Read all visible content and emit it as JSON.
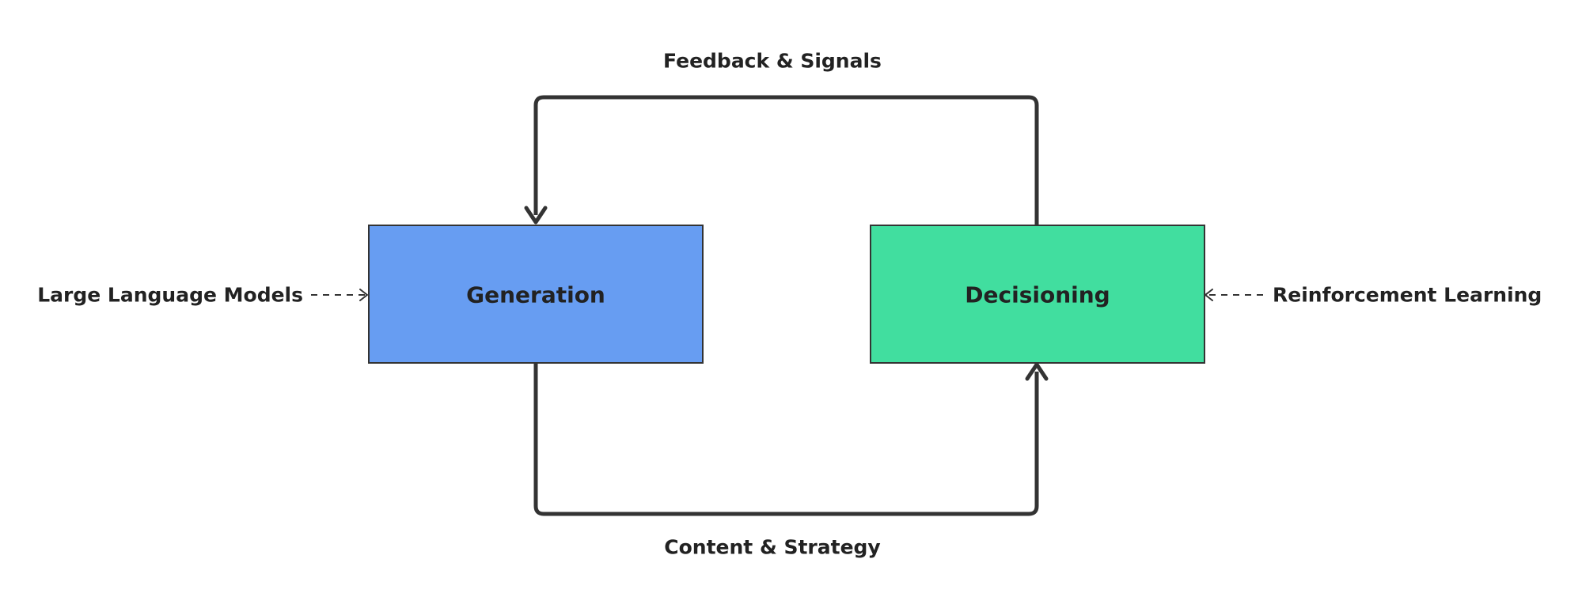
{
  "nodes": {
    "generation": {
      "label": "Generation",
      "fill": "#679DF2"
    },
    "decisioning": {
      "label": "Decisioning",
      "fill": "#41DE9F"
    }
  },
  "edges": {
    "feedback": {
      "label": "Feedback & Signals"
    },
    "content": {
      "label": "Content & Strategy"
    }
  },
  "inputs": {
    "llm": {
      "label": "Large Language Models"
    },
    "rl": {
      "label": "Reinforcement Learning"
    }
  },
  "colors": {
    "stroke": "#333333",
    "text": "#222222"
  }
}
